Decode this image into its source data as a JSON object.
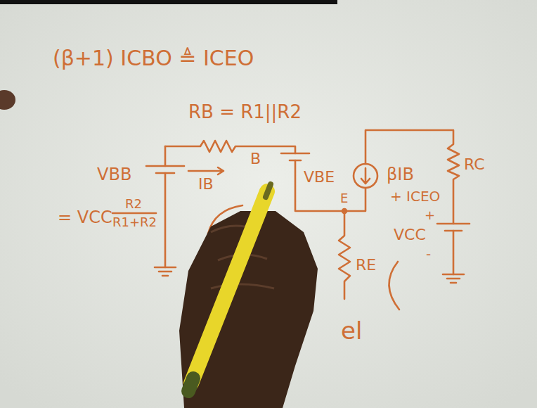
{
  "diagram": {
    "labels": [
      "(β+1) ICBO ≜ ICEO",
      "RB = R1||R2",
      "VBB",
      "= VCC",
      "R2",
      "R1+R2",
      "IB",
      "B",
      "VBE",
      "E",
      "βIB",
      "+ ICEO",
      "RC",
      "+",
      "VCC",
      "-",
      "RE",
      "el"
    ]
  }
}
